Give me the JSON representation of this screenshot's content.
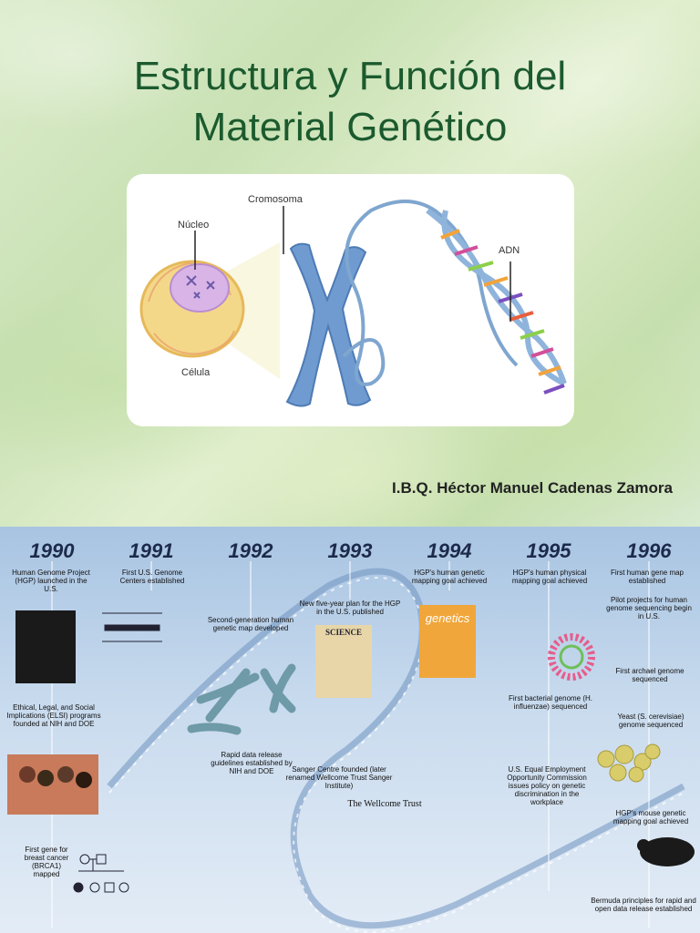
{
  "slide": {
    "title_line1": "Estructura y Función del",
    "title_line2": "Material Genético",
    "figure_labels": {
      "chromosome": "Cromosoma",
      "nucleus": "Núcleo",
      "dna": "ADN",
      "cell": "Célula"
    },
    "author": "I.B.Q. Héctor Manuel Cadenas Zamora"
  },
  "timeline": {
    "years": [
      "1990",
      "1991",
      "1992",
      "1993",
      "1994",
      "1995",
      "1996"
    ],
    "events": {
      "e1990_hgp": "Human Genome Project (HGP) launched in the U.S.",
      "e1990_elsi": "Ethical, Legal, and Social Implications (ELSI) programs founded at NIH and DOE",
      "e1990_brca": "First gene for breast cancer (BRCA1) mapped",
      "e1991_centers": "First U.S. Genome Centers established",
      "e1992_map": "Second-generation human genetic map developed",
      "e1992_release": "Rapid data release guidelines established by NIH and DOE",
      "e1993_plan": "New five-year plan for the HGP in the U.S. published",
      "e1993_sanger": "Sanger Centre founded (later renamed Wellcome Trust Sanger Institute)",
      "e1993_wellcome": "The Wellcome Trust",
      "e1994_goal": "HGP's human genetic mapping goal achieved",
      "e1995_physical": "HGP's human physical mapping goal achieved",
      "e1995_bacterial": "First bacterial genome (H. influenzae) sequenced",
      "e1995_eeoc": "U.S. Equal Employment Opportunity Commission issues policy on genetic discrimination in the workplace",
      "e1996_genemap": "First human gene map established",
      "e1996_pilot": "Pilot projects for human genome sequencing begin in U.S.",
      "e1996_archael": "First archael genome sequenced",
      "e1996_yeast": "Yeast (S. cerevisiae) genome sequenced",
      "e1996_mouse": "HGP's mouse genetic mapping goal achieved",
      "e1996_bermuda": "Bermuda principles for rapid and open data release established"
    },
    "magazine_covers": {
      "science": "SCIENCE",
      "genetics": "genetics"
    },
    "colors": {
      "year_text": "#1d2a4a",
      "title_green": "#1b5a2e"
    }
  }
}
